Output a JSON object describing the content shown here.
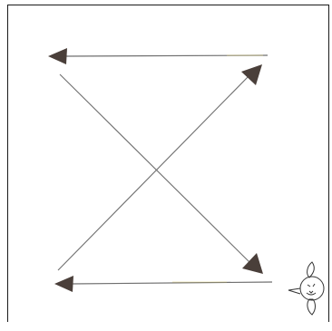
{
  "figure": {
    "description_visible_text": "",
    "colors": {
      "line": "#6f6f6f",
      "arrowhead": "#4a3f3a",
      "frame": "#1a1a1a",
      "accent_yellow": "#d8c96a",
      "mascot_stroke": "#333333"
    },
    "arrows": [
      {
        "name": "top-arrow-left",
        "direction": "left"
      },
      {
        "name": "diagonal-arrow-up-right",
        "direction": "up-right"
      },
      {
        "name": "diagonal-arrow-down-right",
        "direction": "down-right"
      },
      {
        "name": "bottom-arrow-left",
        "direction": "left"
      }
    ],
    "icons": [
      "mascot-face-icon"
    ]
  }
}
